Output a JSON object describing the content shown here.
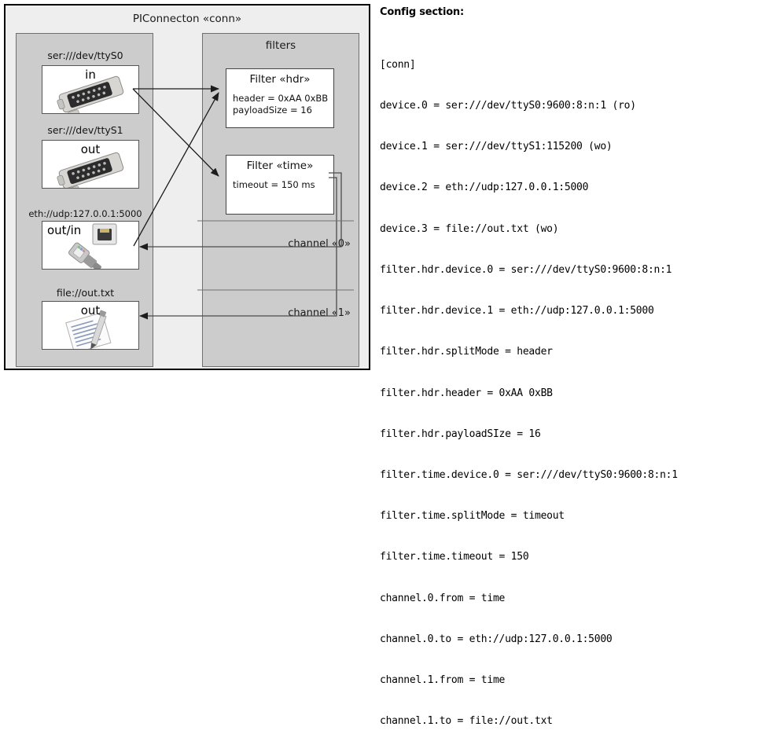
{
  "diagram": {
    "outer_title": "PIConnecton «conn»",
    "devices_panel": {
      "devices": [
        {
          "label": "ser:///dev/ttyS0",
          "caption": "in",
          "icon": "serial-port-icon",
          "align": "center"
        },
        {
          "label": "ser:///dev/ttyS1",
          "caption": "out",
          "icon": "serial-port-icon",
          "align": "center"
        },
        {
          "label": "eth://udp:127.0.0.1:5000",
          "caption": "out/in",
          "icon": "ethernet-plug-icon",
          "align": "left"
        },
        {
          "label": "file://out.txt",
          "caption": "out",
          "icon": "text-file-icon",
          "align": "center"
        }
      ]
    },
    "filters_panel": {
      "title": "filters",
      "filters": [
        {
          "title": "Filter «hdr»",
          "attrs": [
            "header = 0xAA 0xBB",
            "payloadSize = 16"
          ]
        },
        {
          "title": "Filter «time»",
          "attrs": [
            "timeout = 150 ms"
          ]
        }
      ],
      "channels": [
        {
          "label": "channel «0»"
        },
        {
          "label": "channel «1»"
        }
      ]
    }
  },
  "config": {
    "heading": "Config section:",
    "lines": [
      "[conn]",
      "device.0 = ser:///dev/ttyS0:9600:8:n:1 (ro)",
      "device.1 = ser:///dev/ttyS1:115200 (wo)",
      "device.2 = eth://udp:127.0.0.1:5000",
      "device.3 = file://out.txt (wo)",
      "filter.hdr.device.0 = ser:///dev/ttyS0:9600:8:n:1",
      "filter.hdr.device.1 = eth://udp:127.0.0.1:5000",
      "filter.hdr.splitMode = header",
      "filter.hdr.header = 0xAA 0xBB",
      "filter.hdr.payloadSIze = 16",
      "filter.time.device.0 = ser:///dev/ttyS0:9600:8:n:1",
      "filter.time.splitMode = timeout",
      "filter.time.timeout = 150",
      "channel.0.from = time",
      "channel.0.to = eth://udp:127.0.0.1:5000",
      "channel.1.from = time",
      "channel.1.to = file://out.txt"
    ]
  },
  "colors": {
    "page_bg": "#ffffff",
    "outer_bg": "#eeeeee",
    "panel_bg": "#cccccc",
    "box_bg": "#ffffff",
    "stroke": "#444444"
  }
}
